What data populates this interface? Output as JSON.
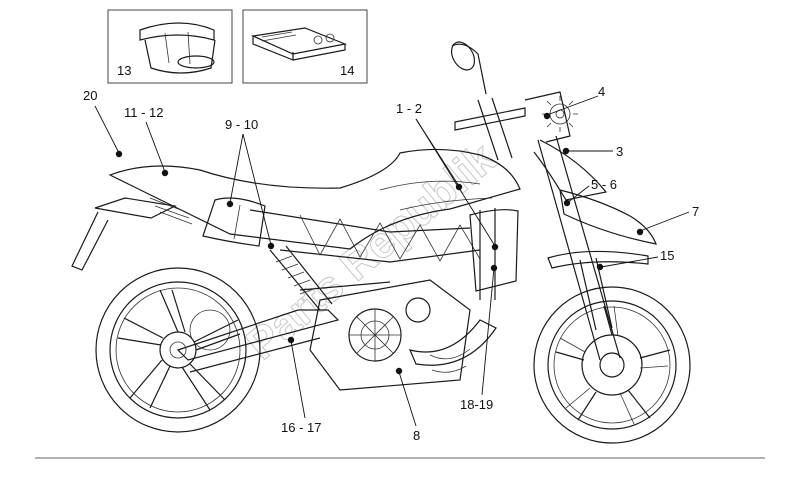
{
  "diagram": {
    "kit_labels": {
      "toolkit": "13",
      "manual": "14"
    },
    "callouts": {
      "c20": "20",
      "c11_12": "11 - 12",
      "c9_10": "9 - 10",
      "c1_2": "1 - 2",
      "c4": "4",
      "c3": "3",
      "c5_6": "5 - 6",
      "c7": "7",
      "c15": "15",
      "c18_19": "18-19",
      "c16_17": "16 - 17",
      "c8": "8"
    },
    "watermark": "Parts Republik",
    "colors": {
      "line": "#1a1a1a",
      "watermark": "#9a9a9a",
      "background": "#ffffff"
    }
  }
}
